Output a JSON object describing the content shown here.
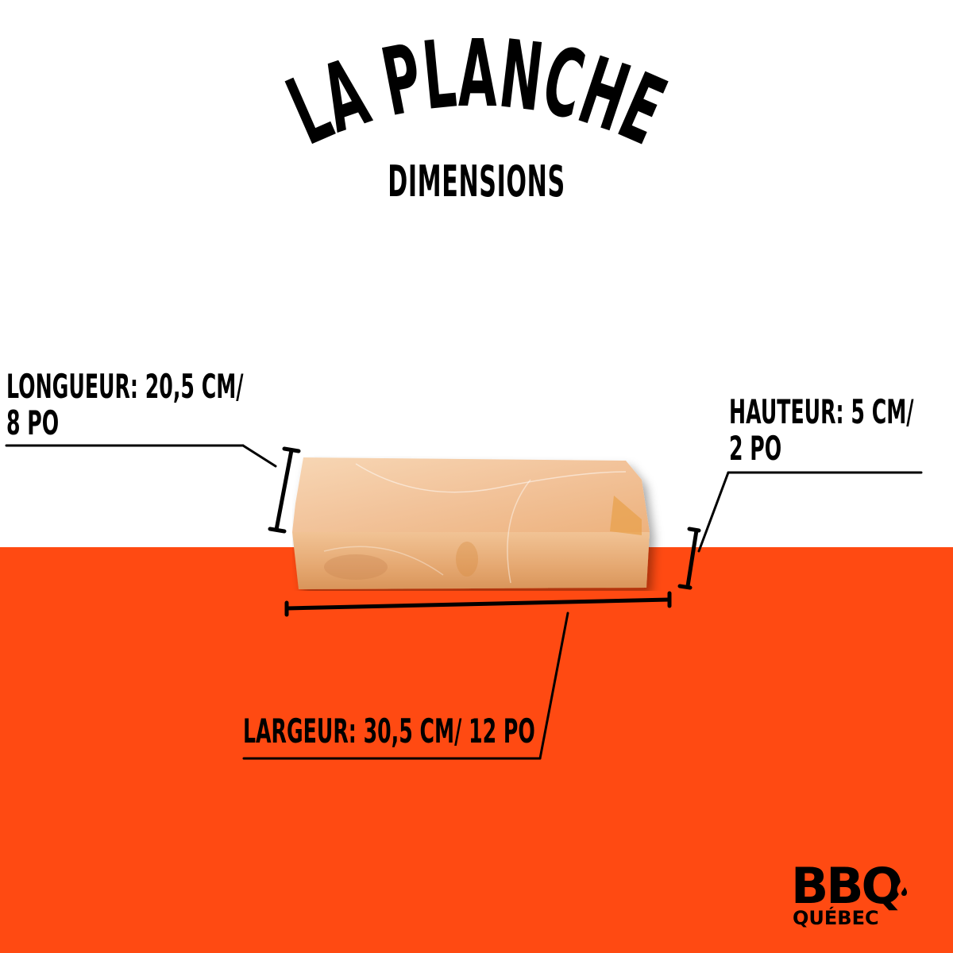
{
  "header": {
    "title": "LA PLANCHE",
    "subtitle": "DIMENSIONS"
  },
  "dimensions": {
    "longueur": {
      "line1": "LONGUEUR: 20,5 CM/",
      "line2": "8 PO"
    },
    "hauteur": {
      "line1": "HAUTEUR: 5 CM/",
      "line2": "2 PO"
    },
    "largeur": {
      "line1": "LARGEUR: 30,5 CM/ 12 PO"
    }
  },
  "product": {
    "name": "salt-block-plank",
    "icon": "himalayan-salt-slab"
  },
  "logo": {
    "line1": "BBQ",
    "line2": "QUÉBEC",
    "icon": "flame-icon"
  },
  "colors": {
    "background_top": "#ffffff",
    "background_bottom": "#FF4A12",
    "text": "#000000",
    "salt_light": "#F4C9A0",
    "salt_dark": "#D9955A"
  }
}
